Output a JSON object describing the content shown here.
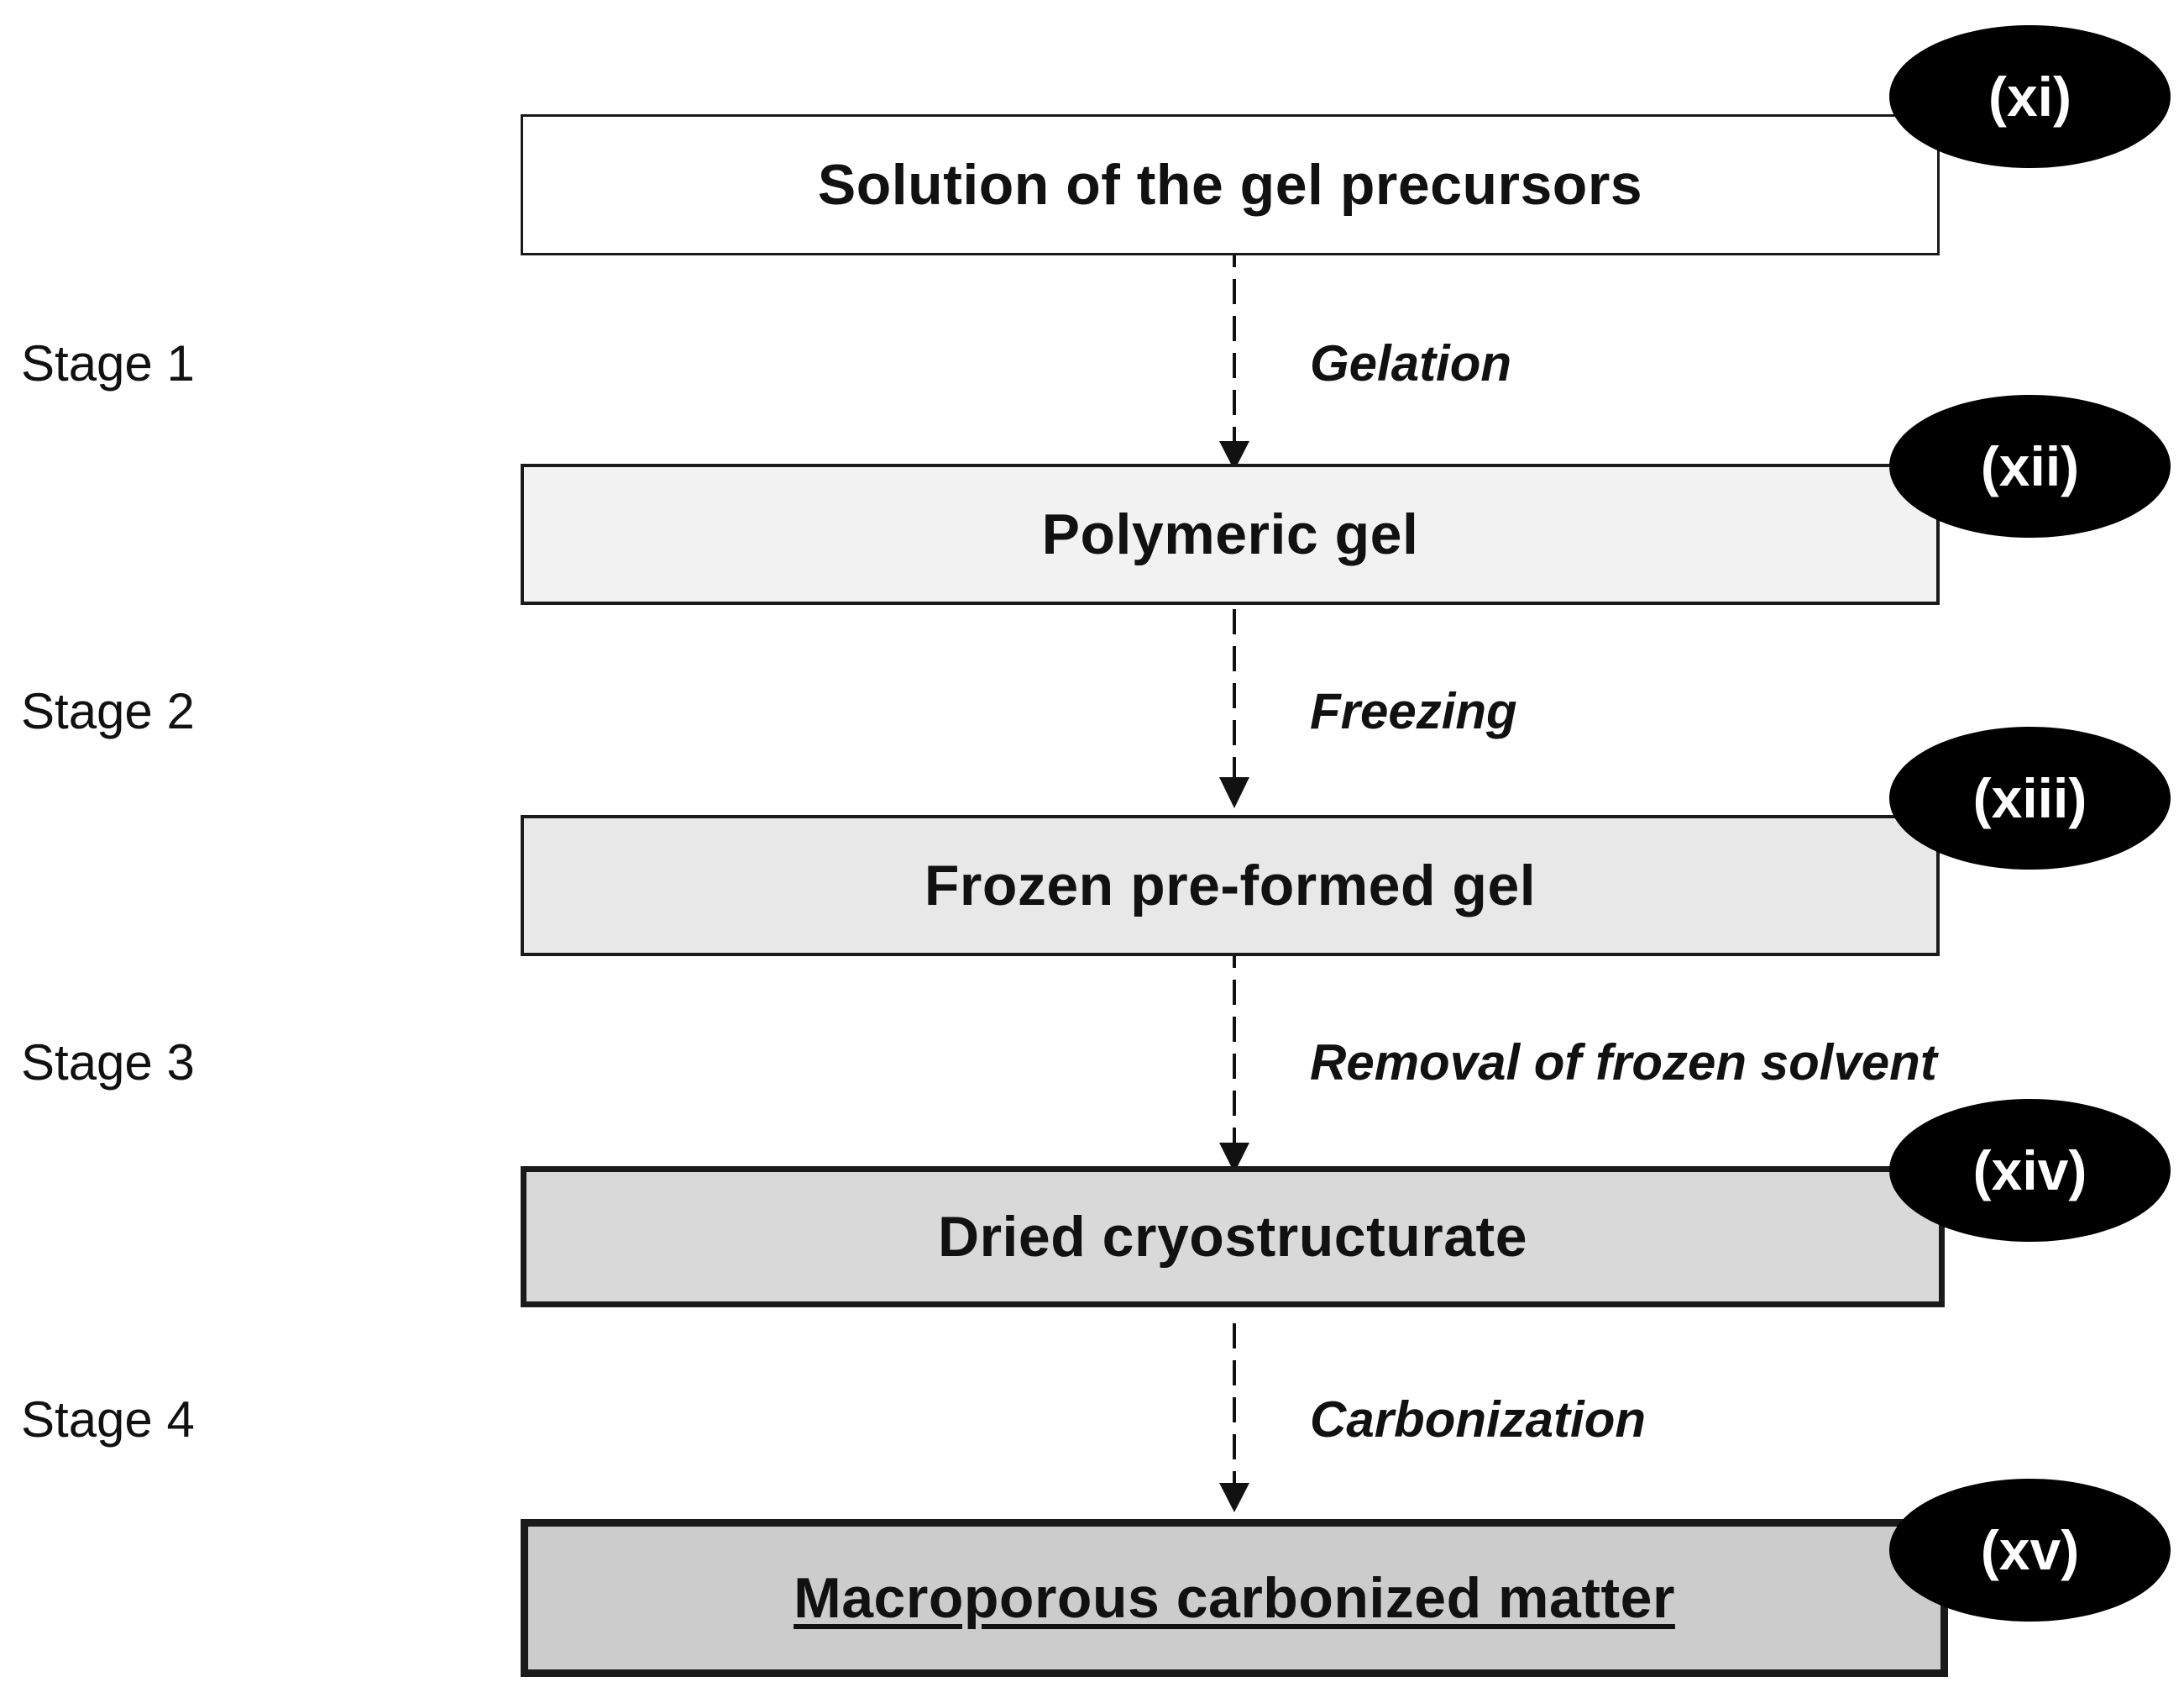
{
  "boxes": [
    {
      "label": "Solution of the gel precursors",
      "badge": "(xi)"
    },
    {
      "label": "Polymeric gel",
      "badge": "(xii)"
    },
    {
      "label": "Frozen pre-formed gel",
      "badge": "(xiii)"
    },
    {
      "label": "Dried cryostructurate",
      "badge": "(xiv)"
    },
    {
      "label": "Macroporous carbonized matter",
      "badge": "(xv)"
    }
  ],
  "stages": [
    {
      "stage": "Stage 1",
      "process": "Gelation"
    },
    {
      "stage": "Stage 2",
      "process": "Freezing"
    },
    {
      "stage": "Stage 3",
      "process": "Removal of frozen solvent"
    },
    {
      "stage": "Stage 4",
      "process": "Carbonization"
    }
  ]
}
